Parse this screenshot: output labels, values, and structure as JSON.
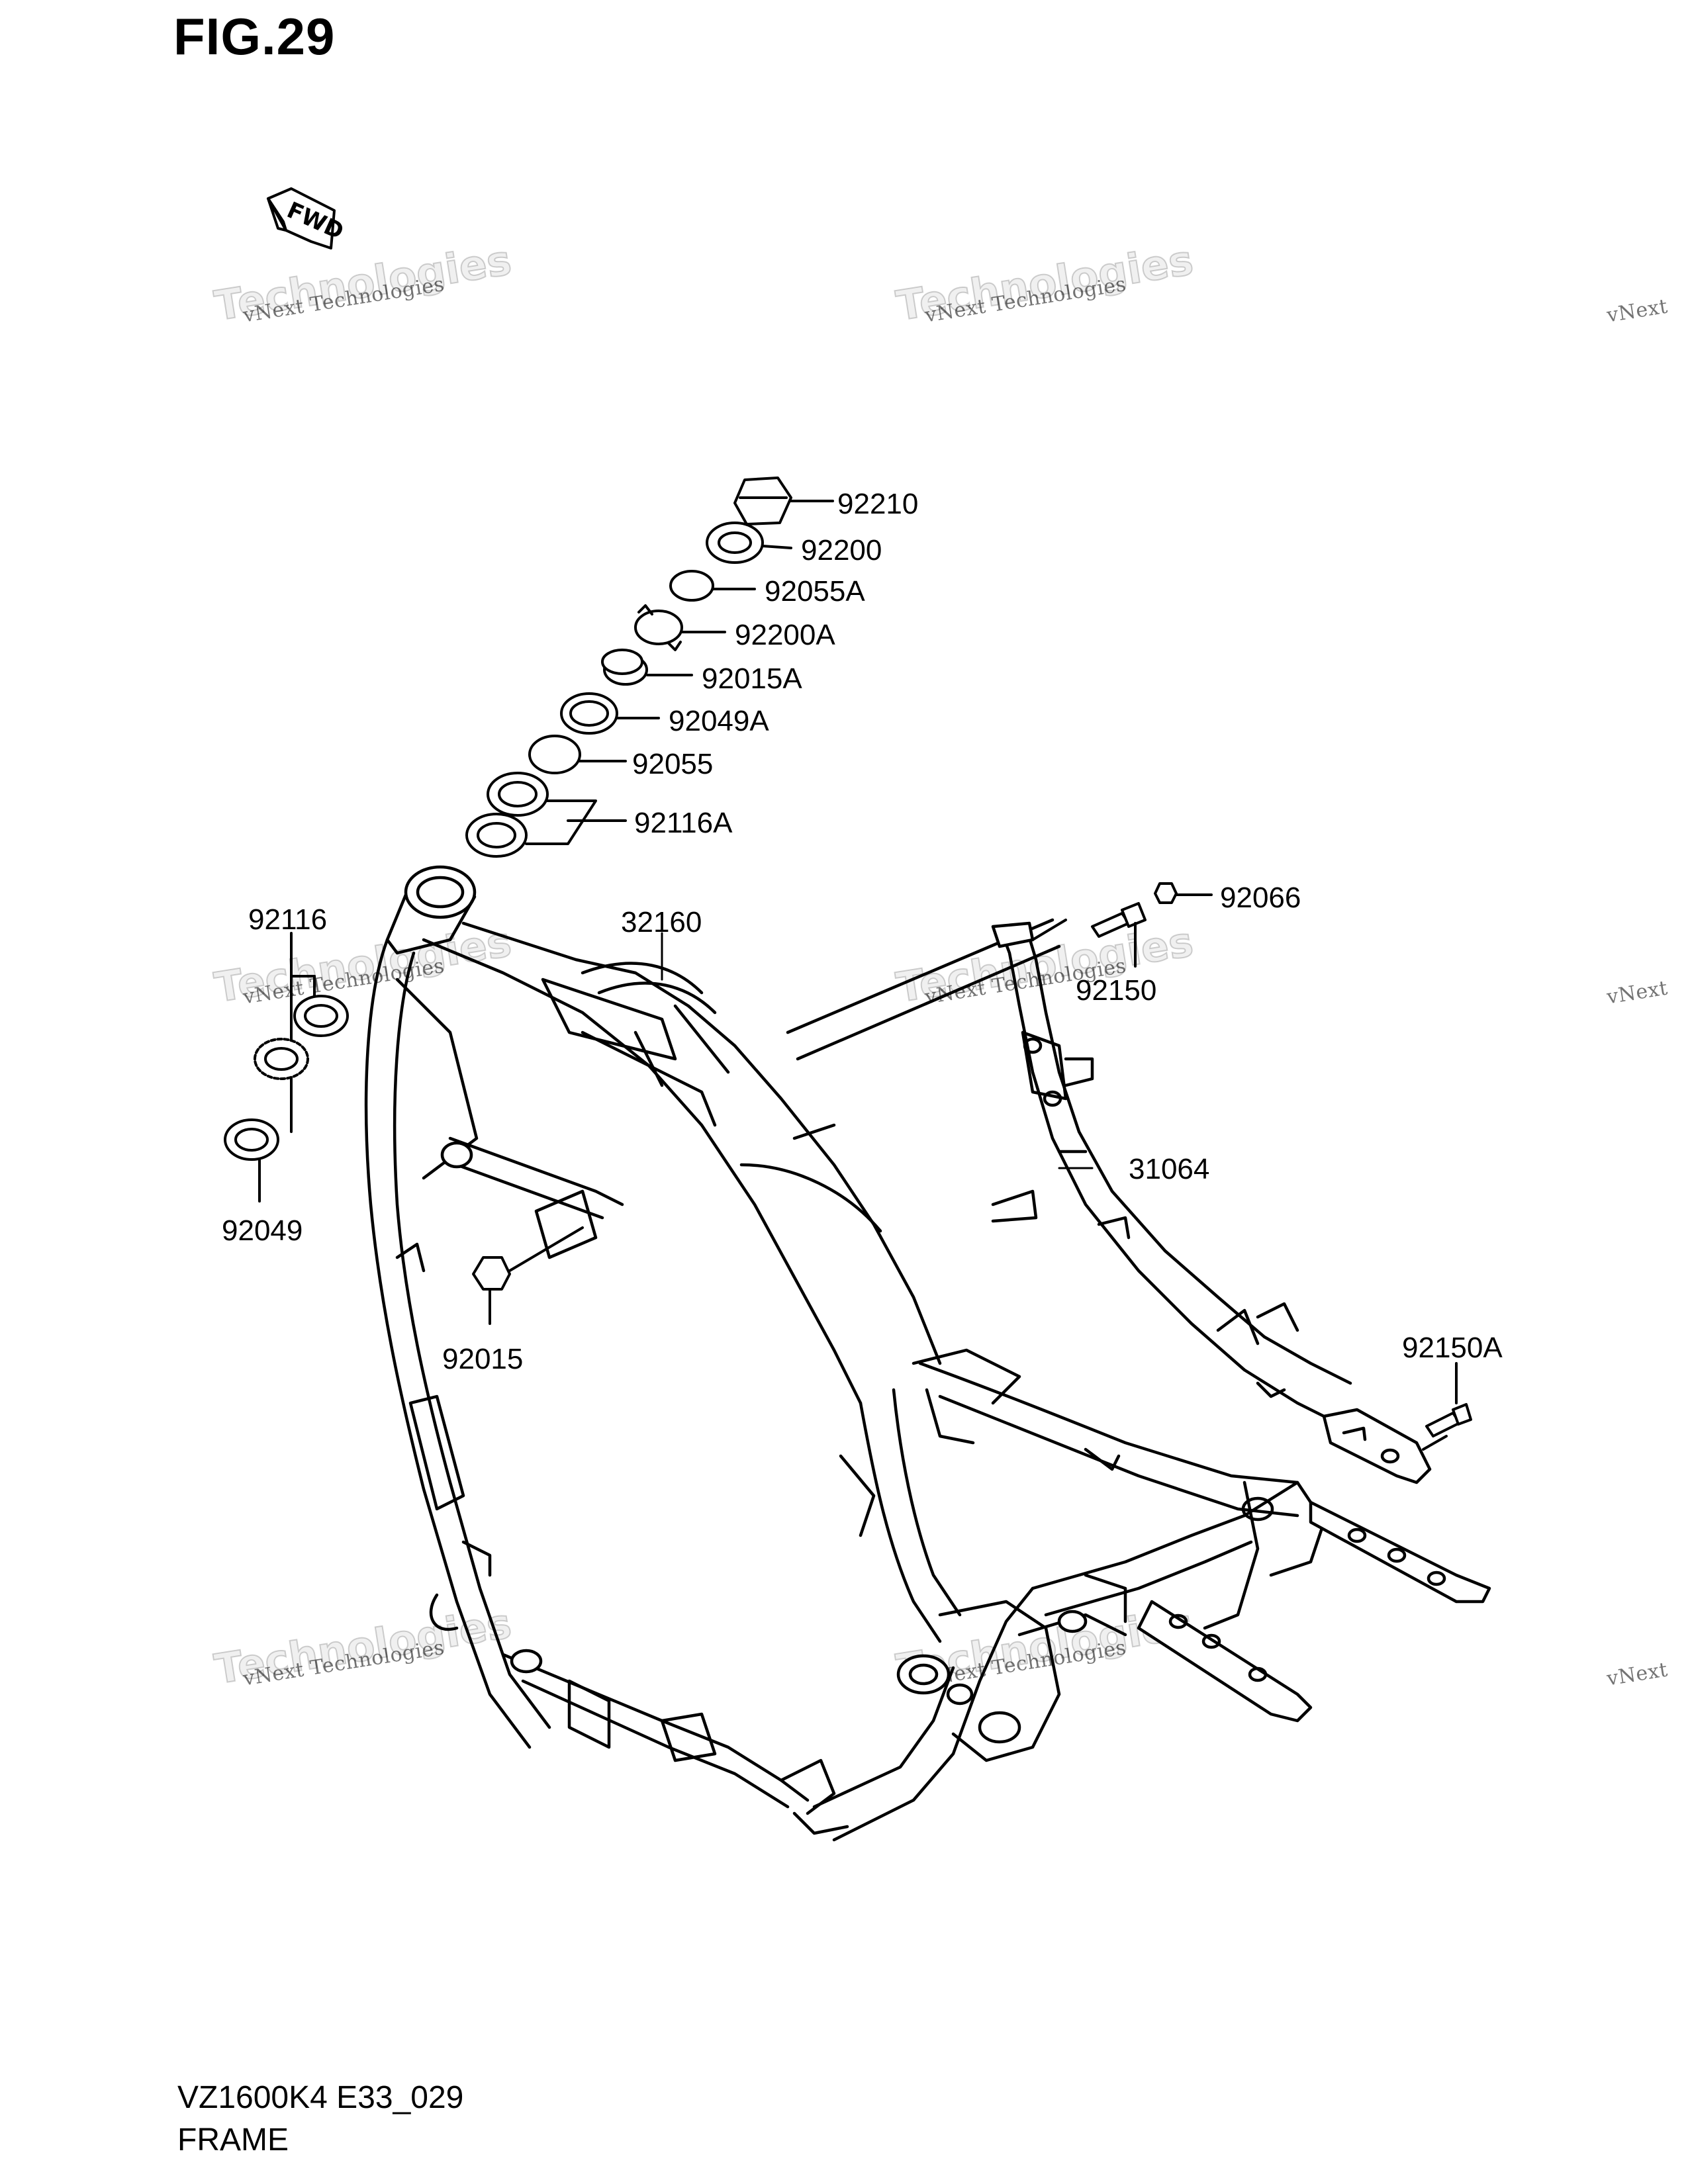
{
  "figure": {
    "title": "FIG.29"
  },
  "direction_marker": {
    "label": "FWD",
    "icon": "fwd-arrow-icon"
  },
  "watermark": {
    "line1": "vNext",
    "line2": "vNext Technologies",
    "line3": "Technologies"
  },
  "parts": [
    {
      "id": "p92210",
      "label": "92210"
    },
    {
      "id": "p92200",
      "label": "92200"
    },
    {
      "id": "p92055A",
      "label": "92055A"
    },
    {
      "id": "p92200A",
      "label": "92200A"
    },
    {
      "id": "p92015A",
      "label": "92015A"
    },
    {
      "id": "p92049A",
      "label": "92049A"
    },
    {
      "id": "p92055",
      "label": "92055"
    },
    {
      "id": "p92116A",
      "label": "92116A"
    },
    {
      "id": "p92066",
      "label": "92066"
    },
    {
      "id": "p92116",
      "label": "92116"
    },
    {
      "id": "p32160",
      "label": "32160"
    },
    {
      "id": "p92150",
      "label": "92150"
    },
    {
      "id": "p31064",
      "label": "31064"
    },
    {
      "id": "p92049",
      "label": "92049"
    },
    {
      "id": "p92015",
      "label": "92015"
    },
    {
      "id": "p92150A",
      "label": "92150A"
    }
  ],
  "footer": {
    "code": "VZ1600K4 E33_029",
    "name": "FRAME"
  }
}
